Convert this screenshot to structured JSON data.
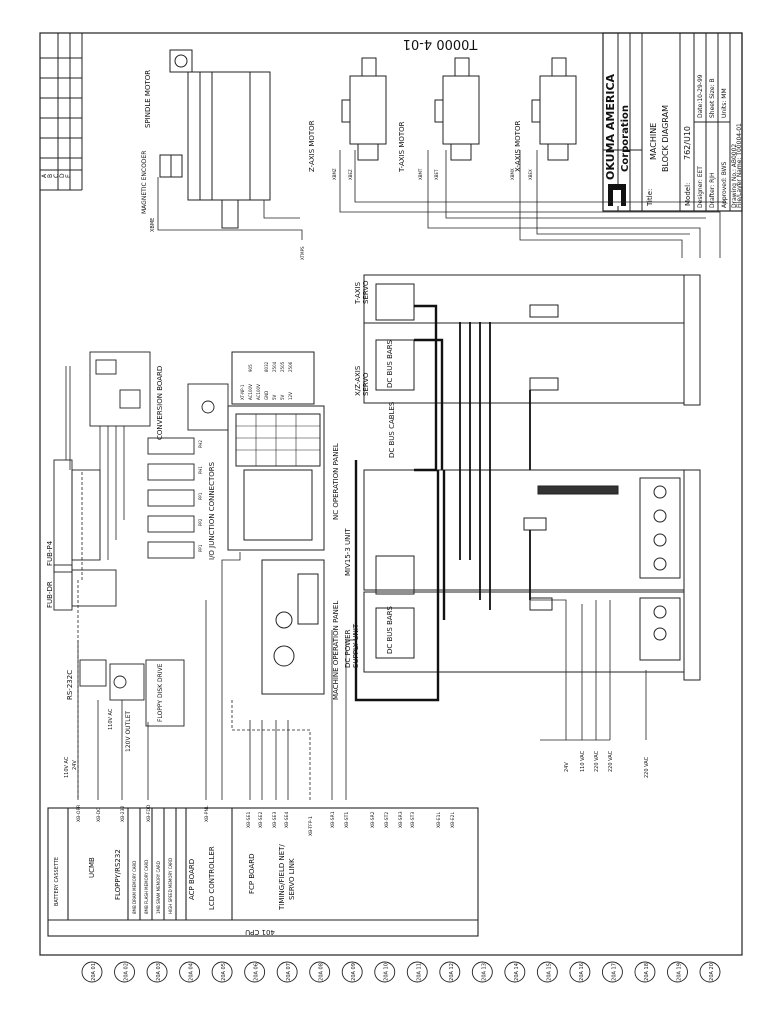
{
  "drawing": {
    "drawing_number": "T0000 4-01",
    "company": "OKUMA AMERICA",
    "company_sub": "Corporation",
    "title_label": "Title:",
    "title_line1": "MACHINE",
    "title_line2": "BLOCK DIAGRAM",
    "model_label": "Model:",
    "model_value": "762/U10",
    "designer": "Designer: EET",
    "date": "Date:10-29-99",
    "drafter": "Drafter: RJH",
    "sheet_size": "Sheet Size: B",
    "approved": "Approved: BWS",
    "units": "Units: MM",
    "drawing_no": "Drawing No.: AB0002",
    "file_layer": "File/Layer Name: T00004-01",
    "rev_letters": [
      "A",
      "B",
      "C",
      "D",
      "E"
    ]
  },
  "motors": {
    "spindle": "SPINDLE MOTOR",
    "encoder": "MAGNETIC ENCODER",
    "z_axis": "Z-AXIS MOTOR",
    "t_axis": "T-AXIS MOTOR",
    "x_axis": "X-AXIS MOTOR",
    "z_tags": [
      "XBMZ",
      "XBEZ"
    ],
    "t_tags": [
      "XBMT",
      "XBET"
    ],
    "x_tags": [
      "XBMX",
      "XBEX"
    ],
    "enc_tag": "XBME",
    "xtmps": "XTMPS"
  },
  "boards": {
    "conversion": "CONVERSION BOARD",
    "io_junction": "I/O JUNCTION CONNECTORS",
    "fub_p4": "FUB-P4",
    "fub_dr": "FUB-DR",
    "rs232c": "RS-232C",
    "outlet_ac": "110V AC",
    "outlet": "120V OUTLET",
    "floppy": "FLOPPY DISK DRIVE",
    "nc_panel": "NC OPERATION PANEL",
    "machine_panel": "MACHINE OPERATION PANEL",
    "ps_unit_1": "DC POWER",
    "ps_unit_2": "SUPPLY UNIT",
    "mv_unit": "MIV15-3 UNIT",
    "xz_servo_1": "X/Z-AXIS",
    "xz_servo_2": "SERVO",
    "t_servo_1": "T-AXIS",
    "t_servo_2": "SERVO",
    "dc_bus_cables": "DC BUS CABLES",
    "dc_bus_bars": "DC BUS BARS",
    "pp_labels": [
      "PP1",
      "PP2",
      "PP1",
      "PH1",
      "PH2"
    ],
    "panel_volts": [
      "XT-NP-1",
      "AC100V",
      "AC100V",
      "GND",
      "5V",
      "5V",
      "12V",
      "905",
      "8032",
      "2504",
      "2505",
      "2506"
    ]
  },
  "cpu": {
    "title": "401 CPU",
    "battery": "BATTERY CASSETTE",
    "ucmb": "UCMB",
    "floppy": "FLOPPY/RS232",
    "cards": [
      "8MB DRAM MEMORY CARD",
      "8MB FLASH MEMORY CARD",
      "1MB SRAM MEMORY CARD",
      "HIGH SPEED MEMORY CARD"
    ],
    "acp": "ACP BOARD",
    "lcd": "LCD CONTROLLER",
    "fcp": "FCP BOARD",
    "timing_1": "TIMING/FIELD NET/",
    "timing_2": "SERVO LINK",
    "connectors": [
      "XB-OPR",
      "XB-DC",
      "XB-232",
      "XB-FDD",
      "XB-PNL",
      "XB-SE1",
      "XB-SE2",
      "XB-SE3",
      "XB-SE4",
      "XB-TFP-1",
      "XB-SR1",
      "XB-ST1",
      "XB-SR2",
      "XB-ST2",
      "XB-SR3",
      "XB-ST3",
      "XB-E1L",
      "XB-E2L"
    ]
  },
  "power": {
    "ac_110": "110V AC",
    "v24_left": "24V",
    "v24": "24V",
    "vac110": "110 VAC",
    "vac220a": "220 VAC",
    "vac220b": "220 VAC",
    "vac220c": "220 VAC"
  },
  "bubbles": [
    "20A 01",
    "20A 02",
    "20A 03",
    "20A 04",
    "20A 05",
    "20A 06",
    "20A 07",
    "20A 08",
    "20A 09",
    "20A 10",
    "20A 11",
    "20A 12",
    "20A 13",
    "20A 14",
    "20A 15",
    "20A 16",
    "20A 17",
    "20A 18",
    "20A 19",
    "20A 20"
  ]
}
